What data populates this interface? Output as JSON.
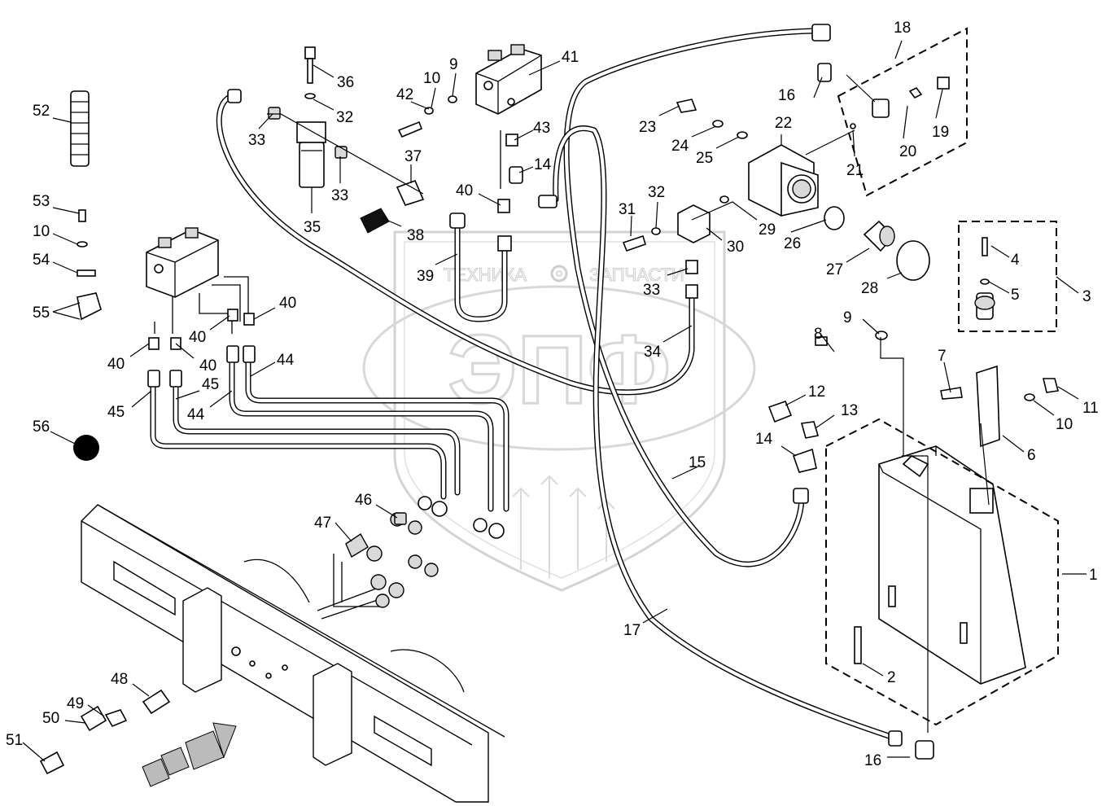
{
  "watermark": {
    "left_text": "ТЕХНИКА",
    "right_text": "ЗАПЧАСТИ",
    "monogram": "ЭПФ"
  },
  "callouts": {
    "c1": "1",
    "c2": "2",
    "c3": "3",
    "c4": "4",
    "c5": "5",
    "c6": "6",
    "c7": "7",
    "c8": "8",
    "c9a": "9",
    "c9b": "9",
    "c10a": "10",
    "c10b": "10",
    "c10c": "10",
    "c11": "11",
    "c12": "12",
    "c13": "13",
    "c14a": "14",
    "c14b": "14",
    "c15": "15",
    "c16a": "16",
    "c16b": "16",
    "c17": "17",
    "c18": "18",
    "c19": "19",
    "c20": "20",
    "c21": "21",
    "c22": "22",
    "c23": "23",
    "c24": "24",
    "c25": "25",
    "c26": "26",
    "c27": "27",
    "c28": "28",
    "c29": "29",
    "c30": "30",
    "c31": "31",
    "c32a": "32",
    "c32b": "32",
    "c33a": "33",
    "c33b": "33",
    "c33c": "33",
    "c34": "34",
    "c35": "35",
    "c36": "36",
    "c37": "37",
    "c38": "38",
    "c39": "39",
    "c40a": "40",
    "c40b": "40",
    "c40c": "40",
    "c40d": "40",
    "c40e": "40",
    "c41": "41",
    "c42": "42",
    "c43": "43",
    "c44a": "44",
    "c44b": "44",
    "c45a": "45",
    "c45b": "45",
    "c46": "46",
    "c47": "47",
    "c48": "48",
    "c49": "49",
    "c50": "50",
    "c51": "51",
    "c52": "52",
    "c53": "53",
    "c54": "54",
    "c55": "55",
    "c56": "56"
  },
  "colors": {
    "line": "#000000",
    "watermark": "#c8c8c8",
    "fill": "#ffffff"
  }
}
